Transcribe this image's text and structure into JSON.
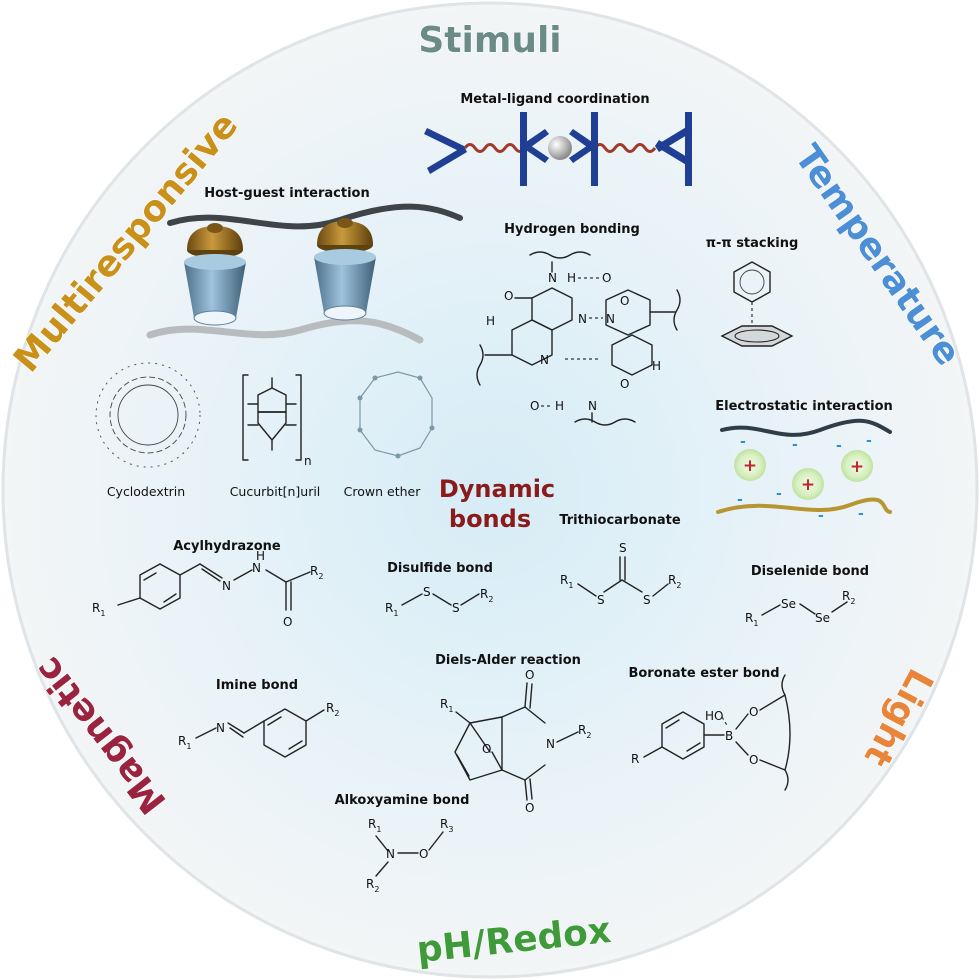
{
  "stimuli": {
    "top": "Stimuli",
    "upper_left": "Multiresponsive",
    "upper_right": "Temperature",
    "lower_left": "Magnetic",
    "lower_right": "Light",
    "bottom": "pH/Redox",
    "colors": {
      "top": "#6b8b87",
      "upper_left": "#c9901a",
      "upper_right": "#4d8fd6",
      "lower_left": "#9a2440",
      "lower_right": "#e8853a",
      "bottom": "#3f9b3a",
      "center": "#8b1a1a"
    }
  },
  "center": {
    "line1": "Dynamic",
    "line2": "bonds"
  },
  "supramolecular": {
    "metal_ligand": "Metal-ligand coordination",
    "host_guest": "Host-guest interaction",
    "hydrogen_bonding": "Hydrogen bonding",
    "pi_stacking": "π-π  stacking",
    "electrostatic": "Electrostatic interaction",
    "hosts": [
      "Cyclodextrin",
      "Cucurbit[n]uril",
      "Crown ether"
    ]
  },
  "covalent": {
    "acylhydrazone": "Acylhydrazone",
    "disulfide": "Disulfide bond",
    "trithiocarbonate": "Trithiocarbonate",
    "diselenide": "Diselenide bond",
    "imine": "Imine bond",
    "diels_alder": "Diels-Alder reaction",
    "boronate": "Boronate ester bond",
    "alkoxyamine": "Alkoxyamine bond"
  },
  "atoms": {
    "R": "R",
    "one": "1",
    "two": "2",
    "three": "3",
    "N": "N",
    "H": "H",
    "O": "O",
    "S": "S",
    "Se": "Se",
    "B": "B",
    "HO": "HO",
    "n": "n",
    "plus": "+",
    "minus": "-"
  }
}
